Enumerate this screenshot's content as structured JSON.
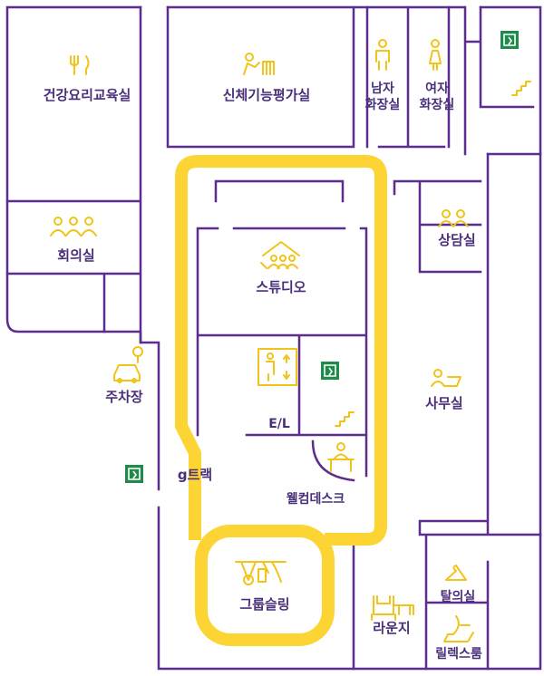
{
  "colors": {
    "wall": "#5b2d8e",
    "track": "#fcd535",
    "icon": "#f2c318",
    "text": "#4a2f7a",
    "exit_green": "#1f8a4c"
  },
  "rooms": {
    "cooking": {
      "name": "건강요리교육실",
      "icon": "fork-knife-icon"
    },
    "fitness": {
      "name": "신체기능평가실",
      "icon": "fitness-assessment-icon"
    },
    "men_restroom": {
      "line1": "남자",
      "line2": "화장실",
      "icon": "man-icon"
    },
    "women_restroom": {
      "line1": "여자",
      "line2": "화장실",
      "icon": "woman-icon"
    },
    "meeting": {
      "name": "회의실",
      "icon": "people-group-icon"
    },
    "counseling": {
      "name": "상담실",
      "icon": "two-people-icon"
    },
    "studio": {
      "name": "스튜디오",
      "icon": "studio-group-icon"
    },
    "parking": {
      "name": "주차장",
      "icon": "car-location-icon"
    },
    "office": {
      "name": "사무실",
      "icon": "person-laptop-icon"
    },
    "elevator": {
      "name": "E/L",
      "icon": "elevator-icon"
    },
    "welcome_desk": {
      "name": "웰컴데스크",
      "icon": "reception-desk-icon"
    },
    "g_track": {
      "name": "g트랙"
    },
    "group_sling": {
      "name": "그룹슬링",
      "icon": "sling-exercise-icon"
    },
    "lounge": {
      "name": "라운지",
      "icon": "sofa-icon"
    },
    "changing_room": {
      "name": "탈의실",
      "icon": "hanger-icon"
    },
    "relax_room": {
      "name": "릴렉스룸",
      "icon": "massage-chair-icon"
    }
  },
  "features": {
    "exit_icon": "emergency-exit-icon",
    "stairs_icon": "stairs-icon"
  }
}
